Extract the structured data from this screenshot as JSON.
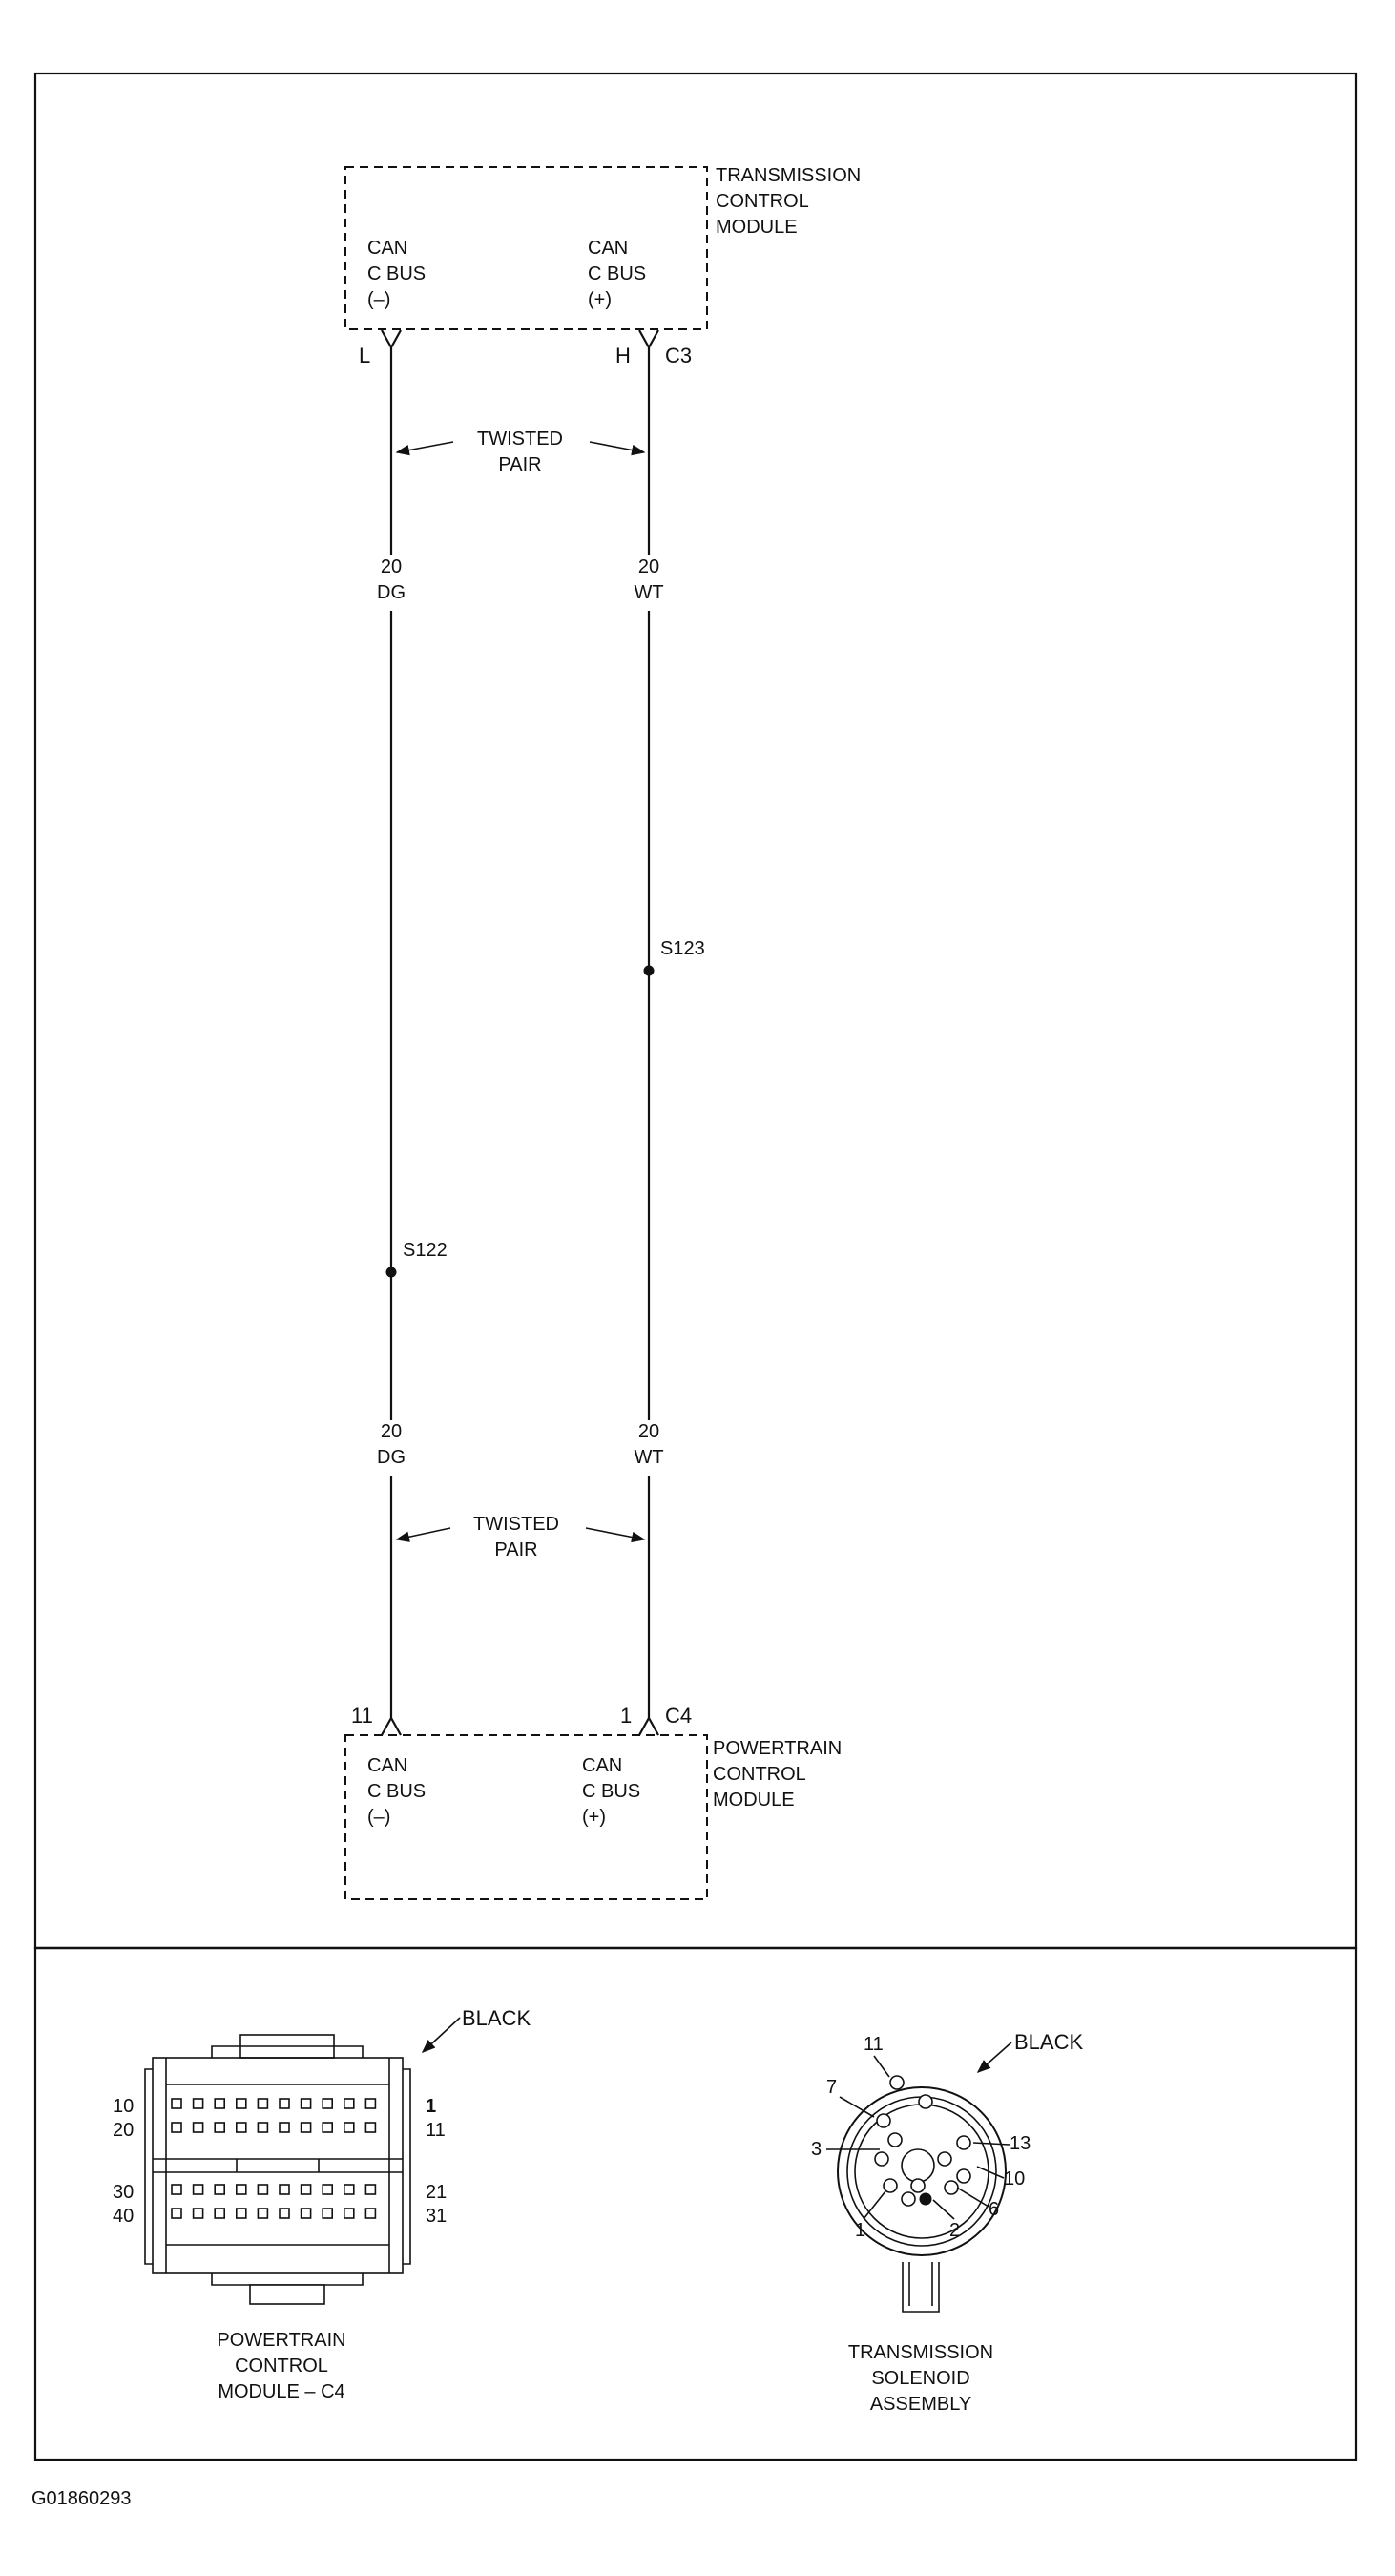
{
  "figure_id": "G01860293",
  "tcm": {
    "title_lines": [
      "TRANSMISSION",
      "CONTROL",
      "MODULE"
    ],
    "left_pin": {
      "lines": [
        "CAN",
        "C BUS",
        "(–)"
      ],
      "terminal": "L"
    },
    "right_pin": {
      "lines": [
        "CAN",
        "C BUS",
        "(+)"
      ],
      "terminal": "H"
    },
    "connector": "C3"
  },
  "pcm": {
    "title_lines": [
      "POWERTRAIN",
      "CONTROL",
      "MODULE"
    ],
    "left_pin": {
      "lines": [
        "CAN",
        "C BUS",
        "(–)"
      ],
      "terminal": "11"
    },
    "right_pin": {
      "lines": [
        "CAN",
        "C BUS",
        "(+)"
      ],
      "terminal": "1"
    },
    "connector": "C4"
  },
  "twisted_pair_upper": [
    "TWISTED",
    "PAIR"
  ],
  "twisted_pair_lower": [
    "TWISTED",
    "PAIR"
  ],
  "wires": {
    "left_upper": [
      "20",
      "DG"
    ],
    "right_upper": [
      "20",
      "WT"
    ],
    "left_lower": [
      "20",
      "DG"
    ],
    "right_lower": [
      "20",
      "WT"
    ]
  },
  "splices": {
    "left": "S122",
    "right": "S123"
  },
  "pcm_connector": {
    "color_label": "BLACK",
    "pin_labels": {
      "row1_left": "10",
      "row1_right": "1",
      "row2_left": "20",
      "row2_right": "11",
      "row3_left": "30",
      "row3_right": "21",
      "row4_left": "40",
      "row4_right": "31"
    },
    "caption": [
      "POWERTRAIN",
      "CONTROL",
      "MODULE – C4"
    ]
  },
  "solenoid_connector": {
    "color_label": "BLACK",
    "pin_labels": [
      "11",
      "7",
      "3",
      "1",
      "2",
      "6",
      "10",
      "13"
    ],
    "caption": [
      "TRANSMISSION",
      "SOLENOID",
      "ASSEMBLY"
    ]
  }
}
